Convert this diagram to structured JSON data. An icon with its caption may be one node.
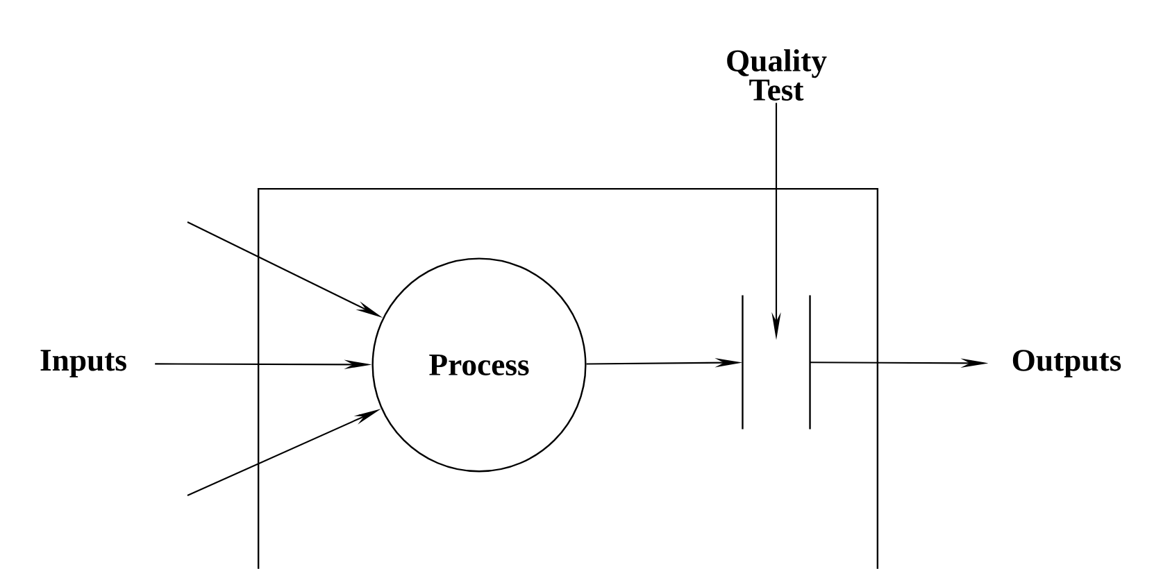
{
  "diagram": {
    "nodes": [
      {
        "text": [],
        "shape": "box"
      },
      {
        "text": [
          "Process"
        ],
        "in": 0
      },
      {
        "text": [
          "Inputs"
        ]
      },
      {
        "text": [
          "Quality Test"
        ]
      },
      {
        "text": [
          "Outputs"
        ]
      },
      {
        "text": [],
        "shape": "bar",
        "in": 0
      }
    ],
    "edges": [
      {
        "from": null,
        "to": 1,
        "arrow": "to"
      },
      {
        "from": 2,
        "to": 1,
        "arrow": "to"
      },
      {
        "from": null,
        "to": 1,
        "arrow": "to"
      },
      {
        "from": 1,
        "to": 5,
        "arrow": "to"
      },
      {
        "from": 3,
        "to": 5,
        "arrow": "to"
      },
      {
        "from": 5,
        "to": 4,
        "arrow": "to"
      }
    ]
  }
}
